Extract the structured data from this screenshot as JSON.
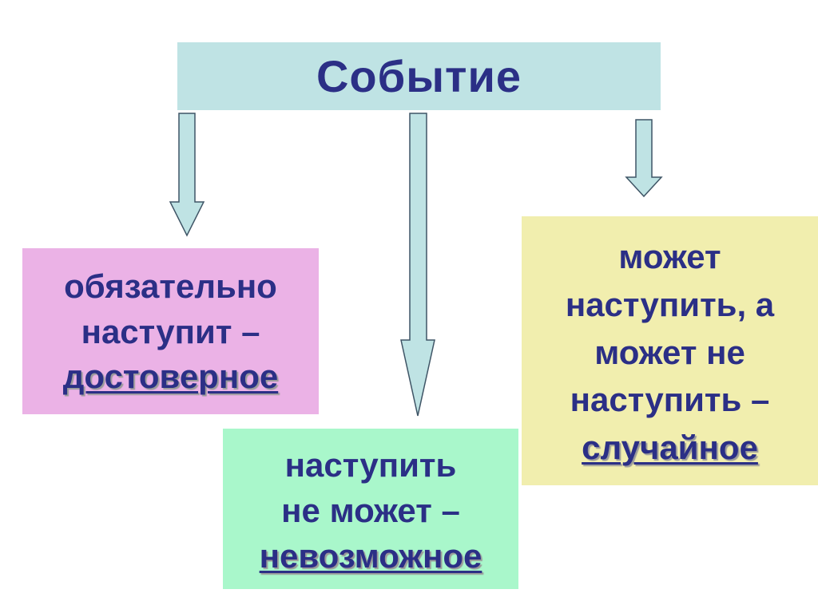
{
  "title": "Событие",
  "certain": {
    "lines": [
      "обязательно",
      "наступит –"
    ],
    "term": "достоверное"
  },
  "impossible": {
    "lines": [
      "наступить",
      "не может –"
    ],
    "term": "невозможное"
  },
  "random": {
    "lines": [
      "может",
      "наступить, а",
      "может не",
      "наступить –"
    ],
    "term": "случайное"
  },
  "colors": {
    "title_bg": "#bfe3e4",
    "certain_bg": "#ebb2e6",
    "impossible_bg": "#a9f7cb",
    "random_bg": "#f1eeae",
    "text": "#2b2f86",
    "arrow_fill": "#bfe3e4"
  }
}
